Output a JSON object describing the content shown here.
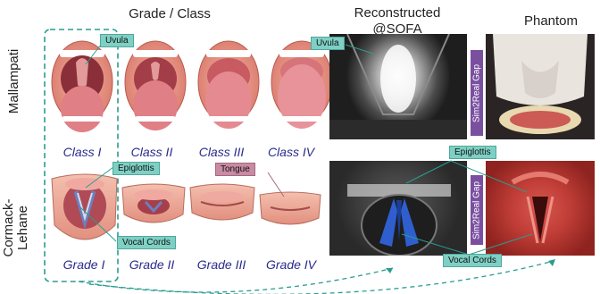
{
  "headers": {
    "grade_class": "Grade / Class",
    "reconstructed": "Reconstructed\n@SOFA",
    "phantom": "Phantom"
  },
  "rows": {
    "mallampati": "Mallampati",
    "cormack_line1": "Cormack-",
    "cormack_line2": "Lehane"
  },
  "mallampati_labels": [
    "Class I",
    "Class II",
    "Class III",
    "Class IV"
  ],
  "cormack_labels": [
    "Grade I",
    "Grade II",
    "Grade III",
    "Grade IV"
  ],
  "callouts": {
    "uvula_left": "Uvula",
    "uvula_right": "Uvula",
    "epiglottis_left": "Epiglottis",
    "epiglottis_right": "Epiglottis",
    "tongue": "Tongue",
    "vocal_cords_left": "Vocal Cords",
    "vocal_cords_right": "Vocal Cords"
  },
  "gap_label": "Sim2Real Gap",
  "colors": {
    "teal": "#7fd0c4",
    "pink": "#c98aa3",
    "purple": "#7b4fa0",
    "label_blue": "#2a2a8c",
    "dash": "#2a9d8f"
  }
}
